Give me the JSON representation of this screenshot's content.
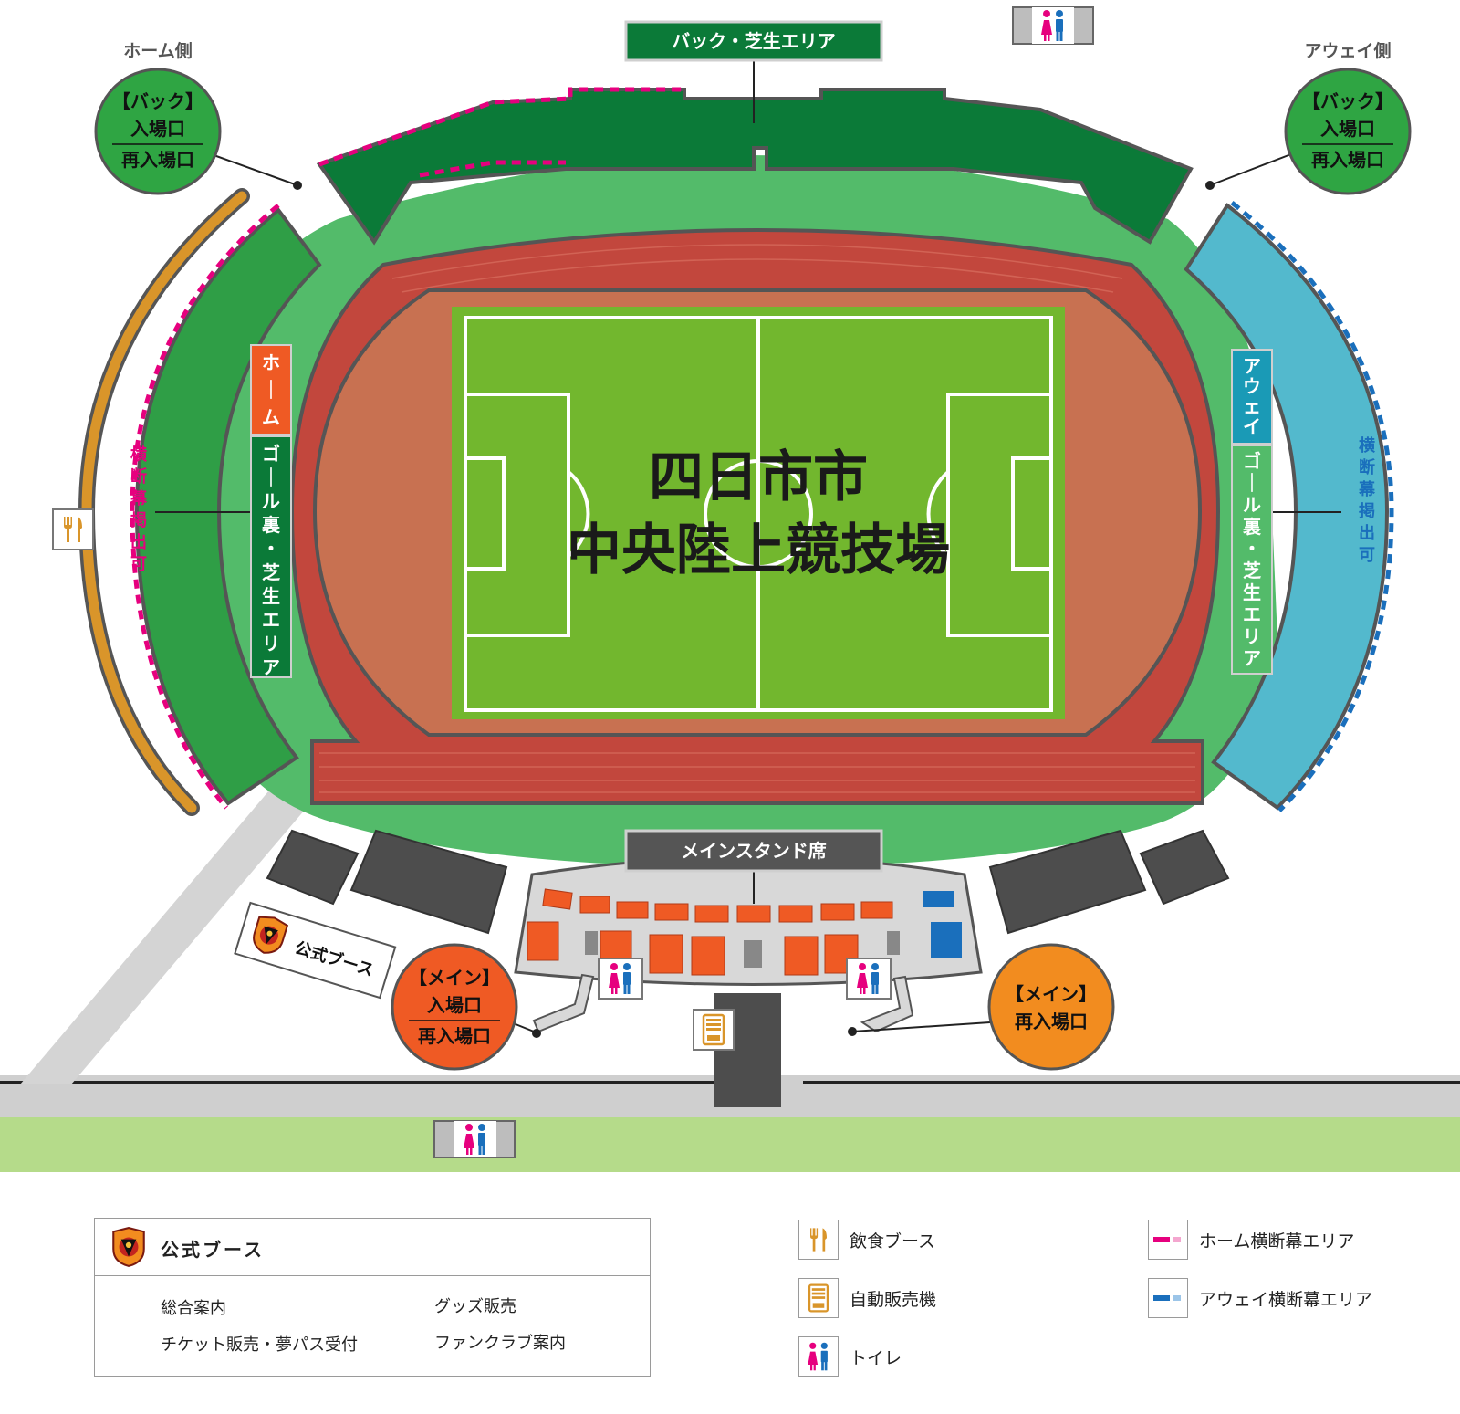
{
  "stadium": {
    "name_line1": "四日市市",
    "name_line2": "中央陸上競技場"
  },
  "sides": {
    "home": "ホーム側",
    "away": "アウェイ側"
  },
  "areas": {
    "back_lawn": "バック・芝生エリア",
    "main_stand": "メインスタンド席",
    "home_tag": "ホーム",
    "home_goal_lawn": "ゴール裏・芝生エリア",
    "away_tag": "アウェイ",
    "away_goal_lawn": "ゴール裏・芝生エリア",
    "home_banner": "横断幕掲出可",
    "away_banner": "横断幕掲出可",
    "official_booth": "公式ブース"
  },
  "entrances": {
    "back_home": {
      "title": "【バック】",
      "line1": "入場口",
      "line2": "再入場口"
    },
    "back_away": {
      "title": "【バック】",
      "line1": "入場口",
      "line2": "再入場口"
    },
    "main_entry": {
      "title": "【メイン】",
      "line1": "入場口",
      "line2": "再入場口"
    },
    "main_reentry": {
      "title": "【メイン】",
      "line1": "再入場口"
    }
  },
  "legend": {
    "booth_title": "公式ブース",
    "booth_items": [
      "総合案内",
      "グッズ販売",
      "チケット販売・夢パス受付",
      "ファンクラブ案内"
    ],
    "food": "飲食ブース",
    "vending": "自動販売機",
    "toilet": "トイレ",
    "home_banner_area": "ホーム横断幕エリア",
    "away_banner_area": "アウェイ横断幕エリア"
  },
  "icons": [
    "toilet-icon",
    "food-icon",
    "vending-machine-icon",
    "club-crest-icon"
  ],
  "colors": {
    "dark_green": "#0b7a38",
    "lawn_green": "#53bb6a",
    "track_red": "#c2473d",
    "pitch_green": "#72b72e",
    "home_orange": "#ef5a24",
    "away_blue": "#53b9cd",
    "home_pink": "#e6007e",
    "away_dot_blue": "#1a6fbc",
    "main_orange": "#f28c1f",
    "gray": "#555555"
  }
}
